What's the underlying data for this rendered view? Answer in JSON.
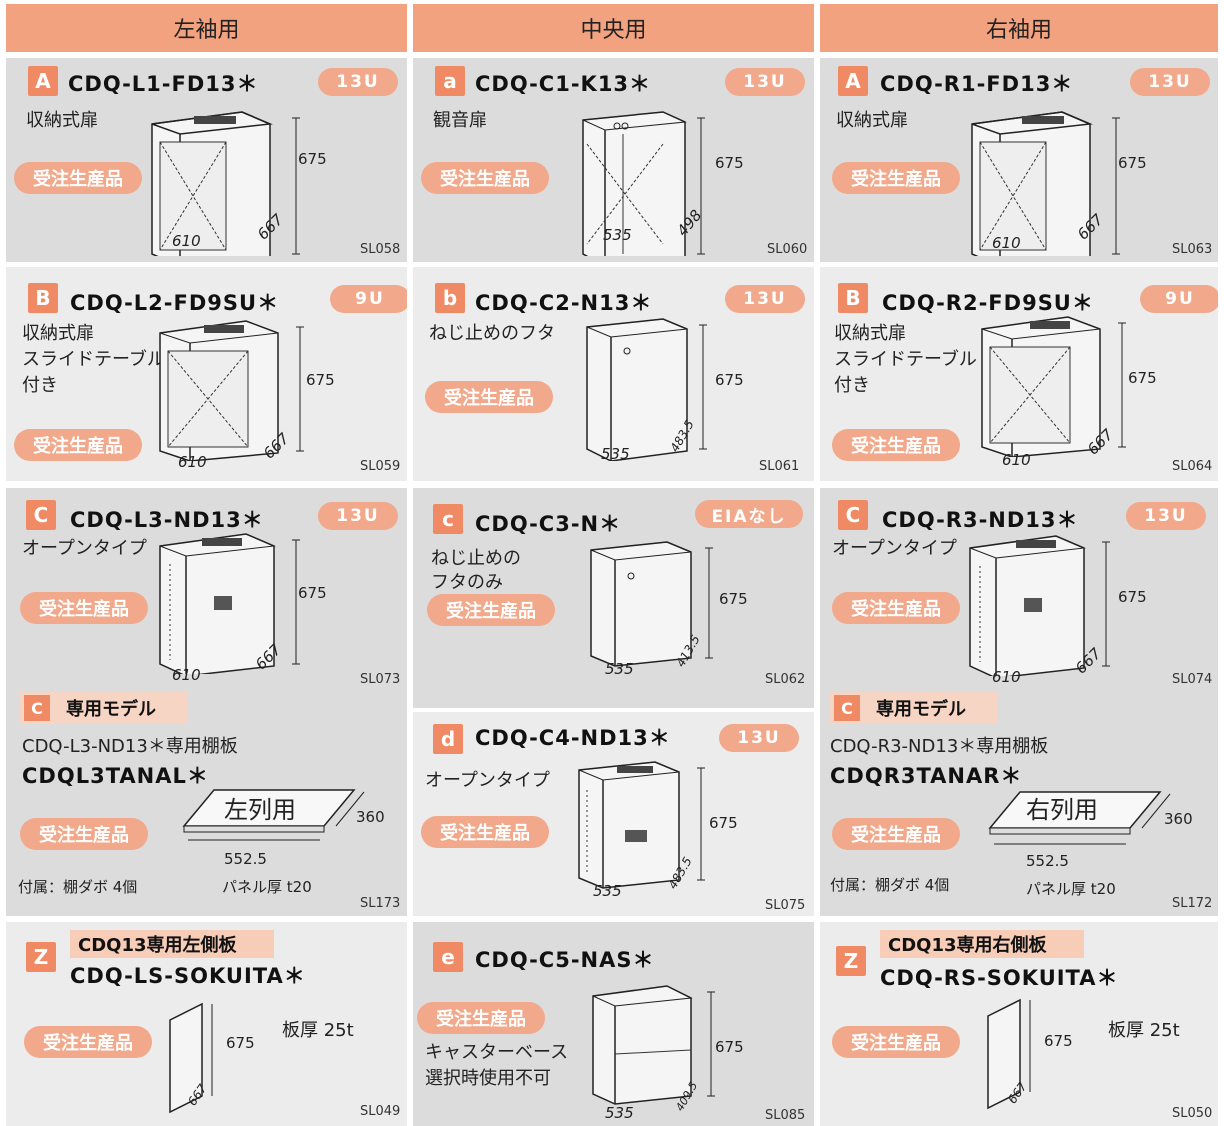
{
  "headers": [
    "左袖用",
    "中央用",
    "右袖用"
  ],
  "order_label": "受注生産品",
  "cells": {
    "A_left": {
      "letter": "A",
      "model": "CDQ-L1-FD13＊",
      "units": "13U",
      "desc": [
        "収納式扉"
      ],
      "h": "675",
      "w": "610",
      "d": "667",
      "code": "SL058"
    },
    "a_center": {
      "letter": "a",
      "model": "CDQ-C1-K13＊",
      "units": "13U",
      "desc": [
        "観音扉"
      ],
      "h": "675",
      "w": "535",
      "d": "498",
      "code": "SL060"
    },
    "A_right": {
      "letter": "A",
      "model": "CDQ-R1-FD13＊",
      "units": "13U",
      "desc": [
        "収納式扉"
      ],
      "h": "675",
      "w": "610",
      "d": "667",
      "code": "SL063"
    },
    "B_left": {
      "letter": "B",
      "model": "CDQ-L2-FD9SU＊",
      "units": "9U",
      "desc": [
        "収納式扉",
        "スライドテーブル",
        "付き"
      ],
      "h": "675",
      "w": "610",
      "d": "667",
      "code": "SL059"
    },
    "b_center": {
      "letter": "b",
      "model": "CDQ-C2-N13＊",
      "units": "13U",
      "desc": [
        "ねじ止めのフタ"
      ],
      "h": "675",
      "w": "535",
      "d": "483.5",
      "code": "SL061"
    },
    "B_right": {
      "letter": "B",
      "model": "CDQ-R2-FD9SU＊",
      "units": "9U",
      "desc": [
        "収納式扉",
        "スライドテーブル",
        "付き"
      ],
      "h": "675",
      "w": "610",
      "d": "667",
      "code": "SL064"
    },
    "C_left": {
      "letter": "C",
      "model": "CDQ-L3-ND13＊",
      "units": "13U",
      "desc": [
        "オープンタイプ"
      ],
      "h": "675",
      "w": "610",
      "d": "667",
      "code": "SL073"
    },
    "c_center": {
      "letter": "c",
      "model": "CDQ-C3-N＊",
      "units": "EIAなし",
      "desc": [
        "ねじ止めの",
        "フタのみ"
      ],
      "h": "675",
      "w": "535",
      "d": "413.5",
      "code": "SL062"
    },
    "C_right": {
      "letter": "C",
      "model": "CDQ-R3-ND13＊",
      "units": "13U",
      "desc": [
        "オープンタイプ"
      ],
      "h": "675",
      "w": "610",
      "d": "667",
      "code": "SL074"
    },
    "d_center": {
      "letter": "d",
      "model": "CDQ-C4-ND13＊",
      "units": "13U",
      "desc": [
        "オープンタイプ"
      ],
      "h": "675",
      "w": "535",
      "d": "483.5",
      "code": "SL075"
    },
    "e_center": {
      "letter": "e",
      "model": "CDQ-C5-NAS＊",
      "desc": [
        "キャスターベース",
        "選択時使用不可"
      ],
      "h": "675",
      "w": "535",
      "d": "409.5",
      "code": "SL085"
    },
    "Z_left": {
      "letter": "Z",
      "label": "CDQ13専用左側板",
      "model": "CDQ-LS-SOKUITA＊",
      "thick": "板厚 25t",
      "h": "675",
      "d": "667",
      "code": "SL049"
    },
    "Z_right": {
      "letter": "Z",
      "label": "CDQ13専用右側板",
      "model": "CDQ-RS-SOKUITA＊",
      "thick": "板厚 25t",
      "h": "675",
      "d": "667",
      "code": "SL050"
    }
  },
  "shelf_left": {
    "tag": "C",
    "title": "専用モデル",
    "sub": "CDQ-L3-ND13＊専用棚板",
    "model": "CDQL3TANAL＊",
    "plate": "左列用",
    "w": "552.5",
    "d": "360",
    "acc": "付属：棚ダボ 4個",
    "panel": "パネル厚 t20",
    "code": "SL173"
  },
  "shelf_right": {
    "tag": "C",
    "title": "専用モデル",
    "sub": "CDQ-R3-ND13＊専用棚板",
    "model": "CDQR3TANAR＊",
    "plate": "右列用",
    "w": "552.5",
    "d": "360",
    "acc": "付属：棚ダボ 4個",
    "panel": "パネル厚 t20",
    "code": "SL172"
  },
  "colors": {
    "header": "#f2a27e",
    "accent": "#ef8a64",
    "badge": "#f2a88a",
    "cell_grey": "#dcdcdc",
    "cell_light": "#ececec"
  }
}
